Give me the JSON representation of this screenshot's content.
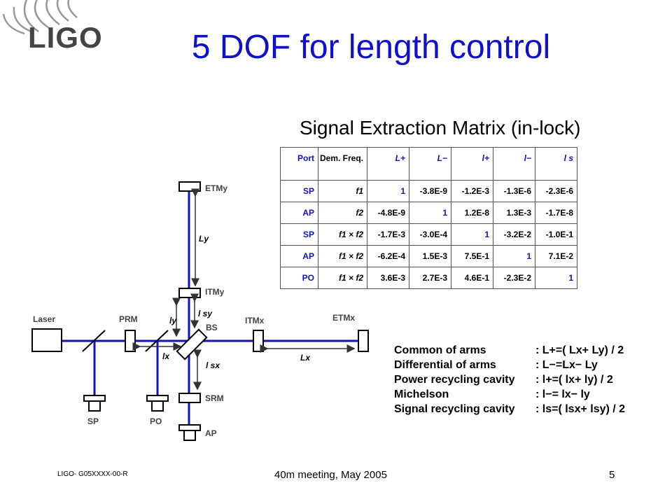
{
  "logo_text": "LIGO",
  "title": "5 DOF for length control",
  "matrix_title": "Signal Extraction Matrix (in-lock)",
  "table": {
    "header": {
      "port": "Port",
      "freq": "Dem. Freq.",
      "cols": [
        "L+",
        "L−",
        "l+",
        "l−",
        "l s"
      ]
    },
    "rows": [
      {
        "port": "SP",
        "freq": "f1",
        "values": [
          "1",
          "-3.8E-9",
          "-1.2E-3",
          "-1.3E-6",
          "-2.3E-6"
        ]
      },
      {
        "port": "AP",
        "freq": "f2",
        "values": [
          "-4.8E-9",
          "1",
          "1.2E-8",
          "1.3E-3",
          "-1.7E-8"
        ]
      },
      {
        "port": "SP",
        "freq": "f1 × f2",
        "values": [
          "-1.7E-3",
          "-3.0E-4",
          "1",
          "-3.2E-2",
          "-1.0E-1"
        ]
      },
      {
        "port": "AP",
        "freq": "f1 × f2",
        "values": [
          "-6.2E-4",
          "1.5E-3",
          "7.5E-1",
          "1",
          "7.1E-2"
        ]
      },
      {
        "port": "PO",
        "freq": "f1 × f2",
        "values": [
          "3.6E-3",
          "2.7E-3",
          "4.6E-1",
          "-2.3E-2",
          "1"
        ]
      }
    ]
  },
  "definitions": [
    {
      "label": "Common of arms",
      "formula": ": L+=( Lx+ Ly) / 2"
    },
    {
      "label": "Differential of arms",
      "formula": ": L−=Lx− Ly"
    },
    {
      "label": "Power recycling cavity",
      "formula": ": l+=( lx+ ly) / 2"
    },
    {
      "label": "Michelson",
      "formula": ": l−= lx− ly"
    },
    {
      "label": "Signal recycling cavity",
      "formula": ": ls=( lsx+ lsy) / 2"
    }
  ],
  "diagram": {
    "labels": {
      "laser": "Laser",
      "prm": "PRM",
      "bs": "BS",
      "itmx": "ITMx",
      "etmx": "ETMx",
      "itmy": "ITMy",
      "etmy": "ETMy",
      "srm": "SRM",
      "ap": "AP",
      "sp": "SP",
      "po": "PO"
    },
    "symbols": {
      "ly_big": "Ly",
      "lx_big": "Lx",
      "ly": "ly",
      "lx": "lx",
      "lsy": "l sy",
      "lsx": "l sx"
    },
    "colors": {
      "beam": "#1010c8",
      "arrow": "#333333"
    }
  },
  "footer": {
    "left": "LIGO- G05XXXX-00-R",
    "center": "40m meeting, May 2005",
    "page": "5"
  }
}
